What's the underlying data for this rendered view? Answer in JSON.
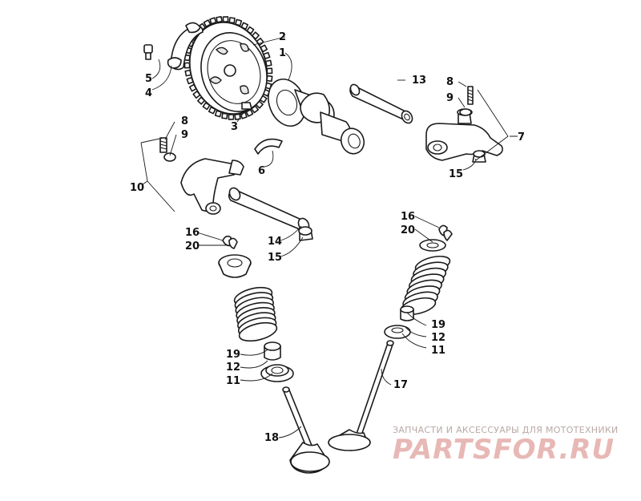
{
  "callouts": {
    "c1": "1",
    "c2": "2",
    "c3": "3",
    "c4": "4",
    "c5": "5",
    "c6": "6",
    "c7": "7",
    "c8a": "8",
    "c8b": "8",
    "c9a": "9",
    "c9b": "9",
    "c10": "10",
    "c11a": "11",
    "c11b": "11",
    "c12a": "12",
    "c12b": "12",
    "c13": "13",
    "c14": "14",
    "c15a": "15",
    "c15b": "15",
    "c16a": "16",
    "c16b": "16",
    "c17": "17",
    "c18": "18",
    "c19a": "19",
    "c19b": "19",
    "c20a": "20",
    "c20b": "20"
  },
  "watermark": {
    "caption": "ЗАПЧАСТИ И АКСЕССУАРЫ ДЛЯ МОТОТЕХНИКИ",
    "logo": "PARTSFOR.RU"
  },
  "colors": {
    "line": "#1a1a1a",
    "watermark_caption": "#b9a9a6",
    "watermark_logo": "#e7b8b5"
  }
}
